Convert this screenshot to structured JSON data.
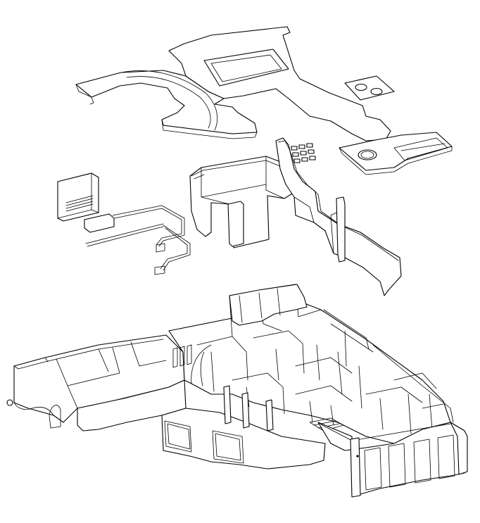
{
  "figure": {
    "kind": "exploded isometric architectural line drawing",
    "colors": {
      "line": "#000000",
      "paper": "#ffffff"
    },
    "layers": [
      {
        "id": "floor-slab-layer"
      },
      {
        "id": "wall-elements-layer"
      },
      {
        "id": "base-building-layer"
      }
    ]
  }
}
